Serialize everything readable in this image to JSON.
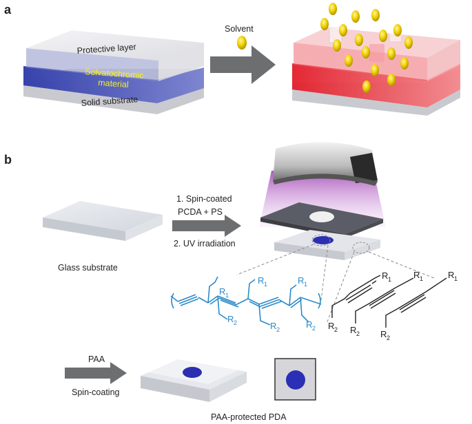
{
  "panels": {
    "a": {
      "letter": "a",
      "layer_labels": {
        "protective": "Protective layer",
        "solvato_line1": "Solvatochromic",
        "solvato_line2": "material",
        "substrate": "Solid substrate"
      },
      "solvent_label": "Solvent"
    },
    "b": {
      "letter": "b",
      "glass_label": "Glass substrate",
      "step1_line1": "1. Spin-coated",
      "step1_line2": "PCDA + PS",
      "step2": "2. UV irradiation",
      "paa_label": "PAA",
      "spin_label": "Spin-coating",
      "final_label": "PAA-protected PDA",
      "chem_labels": {
        "r1": "R",
        "r2": "R",
        "sub1": "1",
        "sub2": "2"
      }
    }
  },
  "colors": {
    "blue_layer": "#3b47b8",
    "red_layer": "#e8323a",
    "solvent": "#f0d000",
    "polymer": "#2a8ac8",
    "yellow_text": "#f5f020",
    "arrow": "#6d6e70"
  }
}
